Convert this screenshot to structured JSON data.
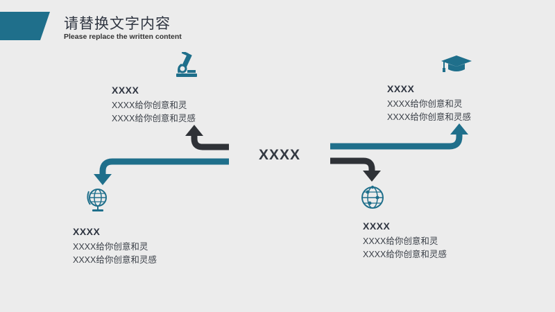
{
  "header": {
    "title": "请替换文字内容",
    "subtitle": "Please replace the written content"
  },
  "center": {
    "label": "XXXX"
  },
  "nodes": [
    {
      "id": "top-left",
      "icon": "microscope-icon",
      "heading": "XXXX",
      "lines": [
        "XXXX给你创意和灵",
        "XXXX给你创意和灵感"
      ]
    },
    {
      "id": "bottom-left",
      "icon": "globe-icon",
      "heading": "XXXX",
      "lines": [
        "XXXX给你创意和灵",
        "XXXX给你创意和灵感"
      ]
    },
    {
      "id": "top-right",
      "icon": "graduation-cap-icon",
      "heading": "XXXX",
      "lines": [
        "XXXX给你创意和灵",
        "XXXX给你创意和灵感"
      ]
    },
    {
      "id": "bottom-right",
      "icon": "network-globe-icon",
      "heading": "XXXX",
      "lines": [
        "XXXX给你创意和灵",
        "XXXX给你创意和灵感"
      ]
    }
  ],
  "colors": {
    "accent": "#1f6f8b",
    "dark": "#2f3237",
    "background": "#ececec",
    "text": "#3a3f47"
  }
}
